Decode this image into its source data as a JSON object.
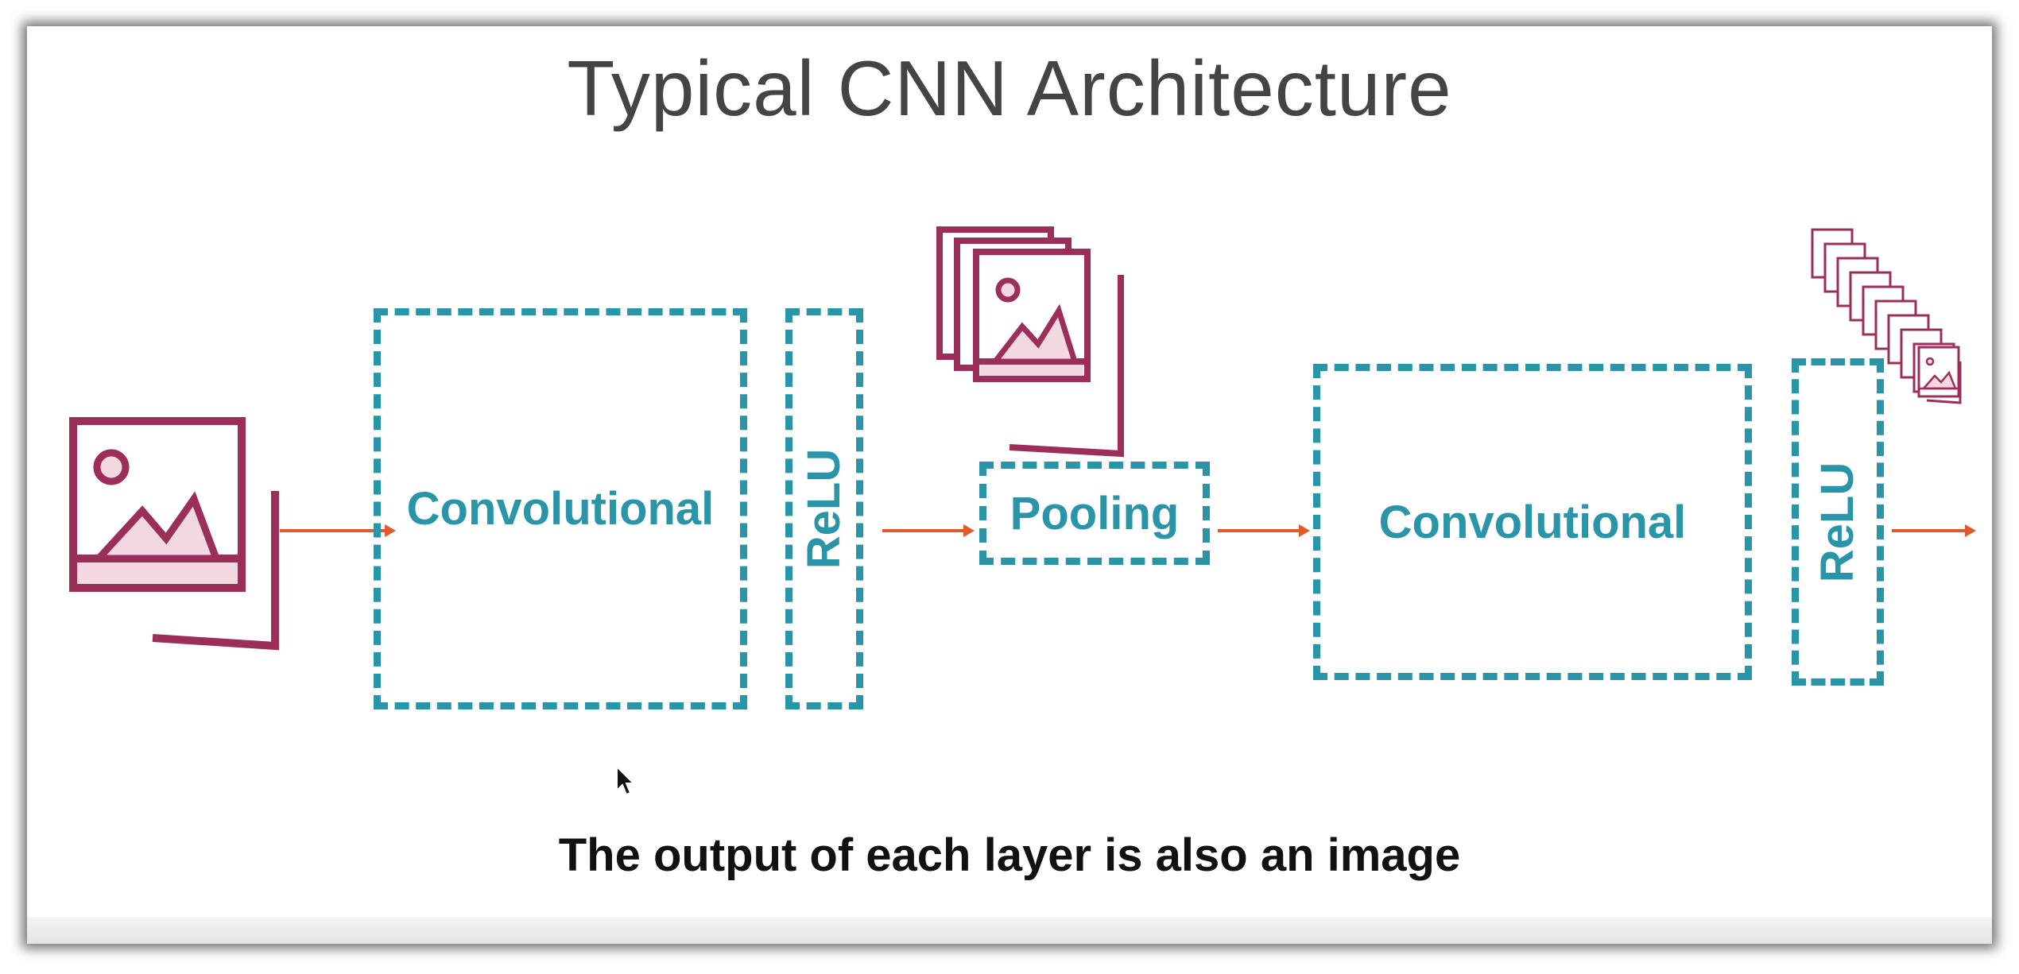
{
  "title": "Typical CNN Architecture",
  "caption": "The output of each layer is also an image",
  "colors": {
    "layer_border": "#2a94a8",
    "arrow": "#e05a2b",
    "image_icon": "#9b2f5a",
    "image_fill": "#f2d8e0",
    "title": "#444444",
    "caption": "#111111"
  },
  "layers": [
    {
      "label": "Convolutional"
    },
    {
      "label": "ReLU"
    },
    {
      "label": "Pooling"
    },
    {
      "label": "Convolutional"
    },
    {
      "label": "ReLU"
    }
  ],
  "icons": {
    "input": "image-stack-icon",
    "after_pool": "image-stack-icon",
    "output": "many-images-stack-icon",
    "cursor": "mouse-cursor-icon"
  }
}
